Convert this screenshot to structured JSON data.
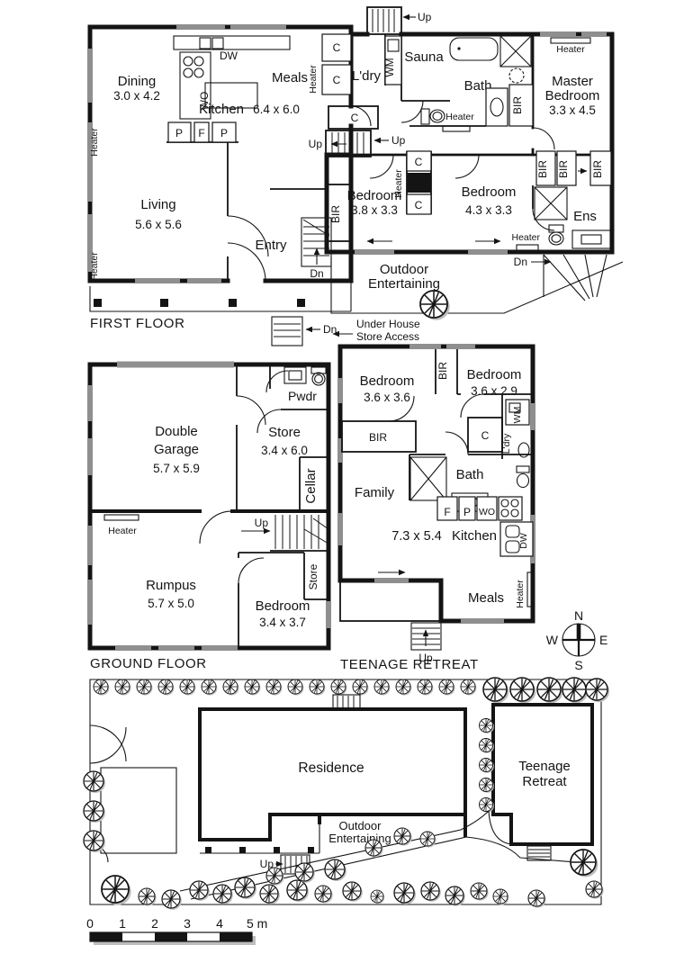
{
  "page": {
    "background": "#ffffff",
    "ink": "#141414",
    "window_gray": "#8f8f8f"
  },
  "labels": {
    "up": "Up",
    "dn": "Dn",
    "heater": "Heater",
    "bir": "BIR",
    "c": "C",
    "p": "P",
    "f": "F",
    "wm": "WM",
    "wo": "WO",
    "dw": "DW",
    "store": "Store",
    "ldry": "L'dry"
  },
  "first_floor": {
    "title": "FIRST FLOOR",
    "rooms": {
      "dining": {
        "name": "Dining",
        "dims": "3.0 x 4.2"
      },
      "kitchen": {
        "name": "Kitchen",
        "dims": "6.4 x 6.0"
      },
      "meals": {
        "name": "Meals"
      },
      "ldry": {
        "name": "L'dry"
      },
      "sauna": {
        "name": "Sauna"
      },
      "bath": {
        "name": "Bath"
      },
      "master_bedroom": {
        "line1": "Master",
        "line2": "Bedroom",
        "dims": "3.3 x 4.5"
      },
      "living": {
        "name": "Living",
        "dims": "5.6 x 5.6"
      },
      "entry": {
        "name": "Entry"
      },
      "bedroom_a": {
        "name": "Bedroom",
        "dims": "3.8 x 3.3"
      },
      "bedroom_b": {
        "name": "Bedroom",
        "dims": "4.3 x 3.3"
      },
      "ens": {
        "name": "Ens"
      },
      "outdoor": {
        "line1": "Outdoor",
        "line2": "Entertaining"
      }
    },
    "notes": {
      "under_house_1": "Under House",
      "under_house_2": "Store Access"
    }
  },
  "ground_floor": {
    "title": "GROUND FLOOR",
    "rooms": {
      "garage": {
        "line1": "Double",
        "line2": "Garage",
        "dims": "5.7 x 5.9"
      },
      "pwdr": {
        "name": "Pwdr"
      },
      "store": {
        "name": "Store",
        "dims": "3.4 x 6.0"
      },
      "cellar": {
        "name": "Cellar"
      },
      "rumpus": {
        "name": "Rumpus",
        "dims": "5.7 x 5.0"
      },
      "bedroom": {
        "name": "Bedroom",
        "dims": "3.4 x 3.7"
      }
    }
  },
  "teenage_retreat": {
    "title": "TEENAGE RETREAT",
    "rooms": {
      "bedroom_a": {
        "name": "Bedroom",
        "dims": "3.6 x 3.6"
      },
      "bedroom_b": {
        "name": "Bedroom",
        "dims": "3.6 x 2.9"
      },
      "family": {
        "name": "Family",
        "dims": "7.3 x 5.4"
      },
      "kitchen": {
        "name": "Kitchen"
      },
      "bath": {
        "name": "Bath"
      },
      "meals": {
        "name": "Meals"
      }
    }
  },
  "site_plan": {
    "residence": "Residence",
    "teenage_line1": "Teenage",
    "teenage_line2": "Retreat",
    "outdoor_line1": "Outdoor",
    "outdoor_line2": "Entertaining"
  },
  "compass": {
    "n": "N",
    "e": "E",
    "s": "S",
    "w": "W"
  },
  "scale_bar": {
    "ticks": [
      "0",
      "1",
      "2",
      "3",
      "4"
    ],
    "end": "5 m"
  }
}
